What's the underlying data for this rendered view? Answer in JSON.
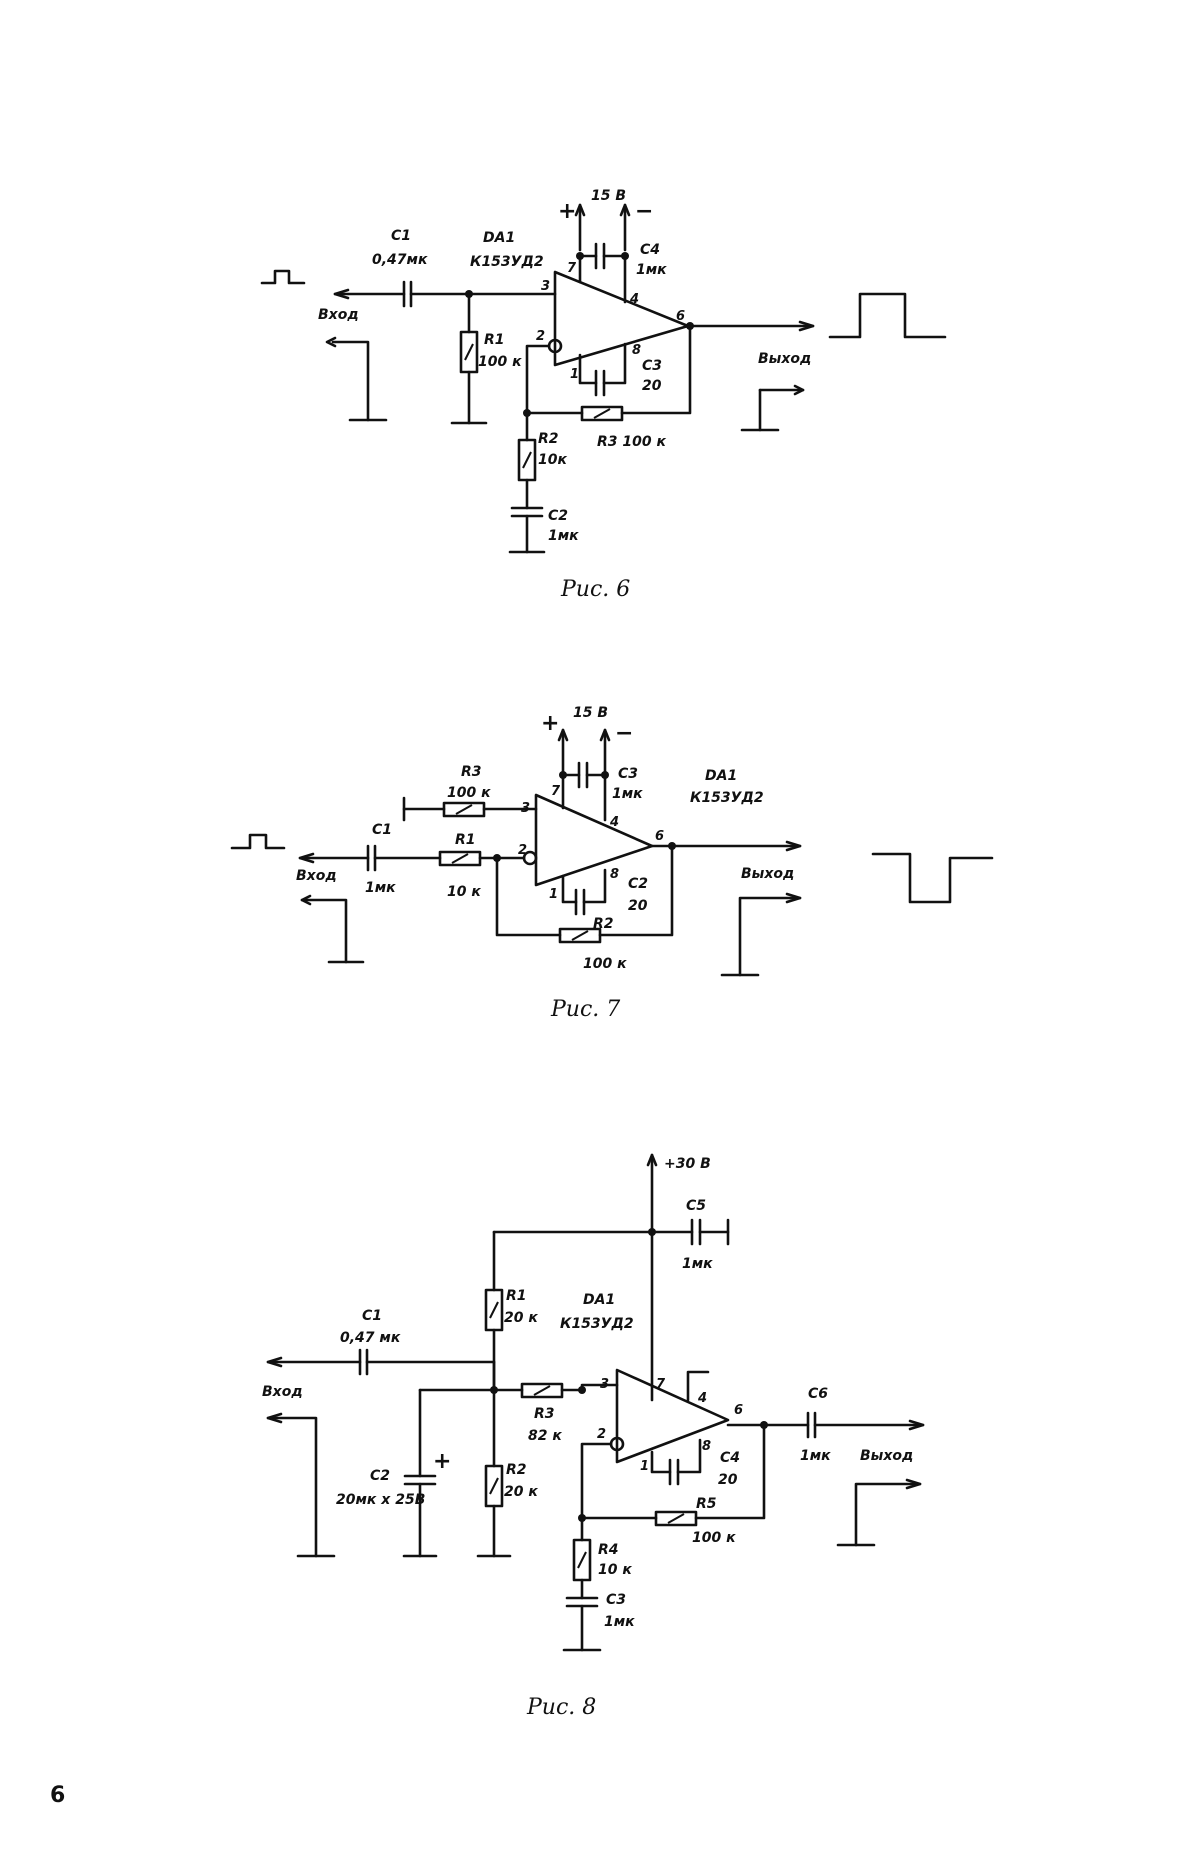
{
  "fig6": {
    "caption": "Рис. 6",
    "supply": "15 В",
    "plus": "+",
    "minus": "−",
    "c1": [
      "C1",
      "0,47мк"
    ],
    "da1": [
      "DA1",
      "К153УД2"
    ],
    "c4": [
      "C4",
      "1мк"
    ],
    "r1": [
      "R1",
      "100 к"
    ],
    "c3": [
      "C3",
      "20"
    ],
    "r2": [
      "R2",
      "10к"
    ],
    "r3": "R3 100 к",
    "c2": [
      "C2",
      "1мк"
    ],
    "input": "Вход",
    "output": "Выход",
    "pins": {
      "p3": "3",
      "p2": "2",
      "p7": "7",
      "p4": "4",
      "p6": "6",
      "p8": "8",
      "p1": "1"
    }
  },
  "fig7": {
    "caption": "Рис. 7",
    "supply": "15 В",
    "plus": "+",
    "minus": "−",
    "r3": [
      "R3",
      "100 к"
    ],
    "c1": [
      "C1",
      "1мк"
    ],
    "r1": [
      "R1",
      "10 к"
    ],
    "c3": [
      "C3",
      "1мк"
    ],
    "da1": [
      "DA1",
      "К153УД2"
    ],
    "c2": [
      "C2",
      "20"
    ],
    "r2": [
      "R2",
      "100 к"
    ],
    "input": "Вход",
    "output": "Выход",
    "pins": {
      "p3": "3",
      "p2": "2",
      "p7": "7",
      "p4": "4",
      "p6": "6",
      "p8": "8",
      "p1": "1"
    }
  },
  "fig8": {
    "caption": "Рис. 8",
    "supply": "+30 В",
    "c5": [
      "C5",
      "1мк"
    ],
    "r1": [
      "R1",
      "20 к"
    ],
    "da1": [
      "DA1",
      "К153УД2"
    ],
    "c1": [
      "C1",
      "0,47 мк"
    ],
    "r3": [
      "R3",
      "82 к"
    ],
    "c6": [
      "C6",
      "1мк"
    ],
    "c2": [
      "C2",
      "20мк х 25В"
    ],
    "c2plus": "+",
    "r2": [
      "R2",
      "20 к"
    ],
    "c4": [
      "C4",
      "20"
    ],
    "r5": [
      "R5",
      "100 к"
    ],
    "r4": [
      "R4",
      "10 к"
    ],
    "c3": [
      "C3",
      "1мк"
    ],
    "input": "Вход",
    "output": "Выход",
    "pins": {
      "p3": "3",
      "p2": "2",
      "p7": "7",
      "p4": "4",
      "p6": "6",
      "p8": "8",
      "p1": "1"
    }
  },
  "page_number": "6"
}
